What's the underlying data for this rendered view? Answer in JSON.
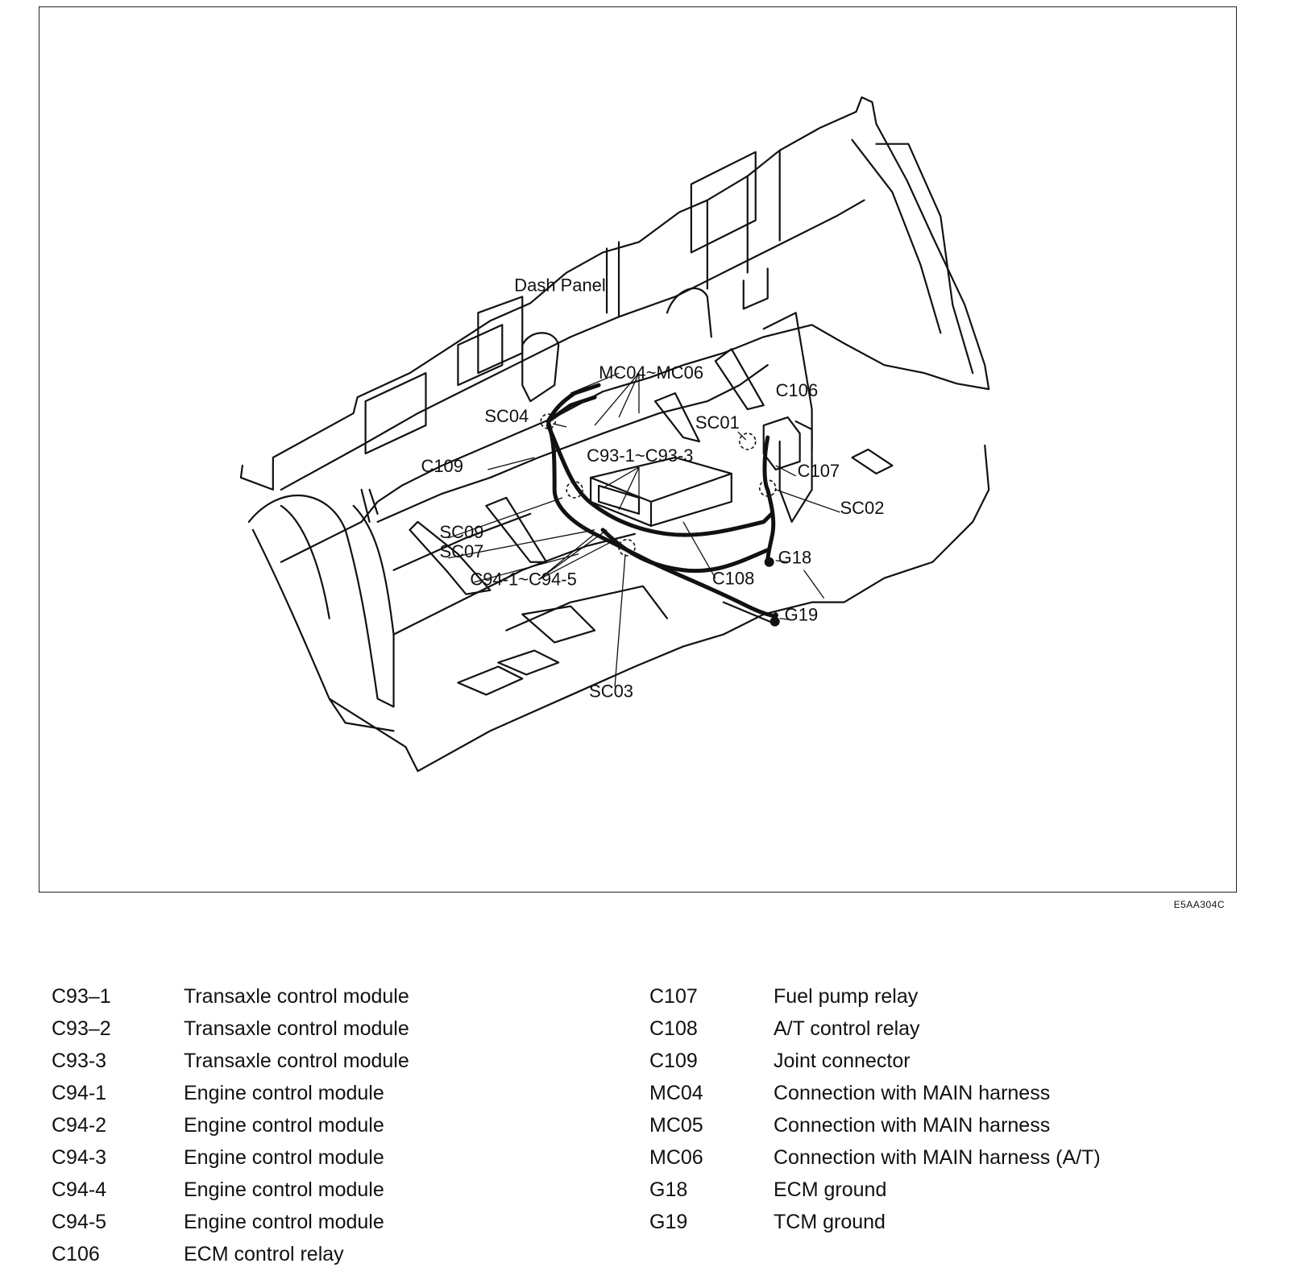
{
  "figure_code": "E5AA304C",
  "labels": {
    "dash_panel": "Dash Panel",
    "mc04_mc06": "MC04~MC06",
    "c106": "C106",
    "sc04": "SC04",
    "sc01": "SC01",
    "c109": "C109",
    "c93": "C93-1~C93-3",
    "c107": "C107",
    "sc02": "SC02",
    "sc09": "SC09",
    "sc07": "SC07",
    "c94": "C94-1~C94-5",
    "g18": "G18",
    "c108": "C108",
    "g19": "G19",
    "sc03": "SC03"
  },
  "legend_left": [
    {
      "code": "C93–1",
      "desc": "Transaxle control module"
    },
    {
      "code": "C93–2",
      "desc": "Transaxle control module"
    },
    {
      "code": "C93-3",
      "desc": "Transaxle control module"
    },
    {
      "code": "C94-1",
      "desc": "Engine control module"
    },
    {
      "code": "C94-2",
      "desc": "Engine control module"
    },
    {
      "code": "C94-3",
      "desc": "Engine control module"
    },
    {
      "code": "C94-4",
      "desc": "Engine control module"
    },
    {
      "code": "C94-5",
      "desc": "Engine control module"
    },
    {
      "code": "C106",
      "desc": "ECM control relay"
    }
  ],
  "legend_right": [
    {
      "code": "C107",
      "desc": "Fuel pump relay"
    },
    {
      "code": "C108",
      "desc": "A/T control relay"
    },
    {
      "code": "C109",
      "desc": "Joint connector"
    },
    {
      "code": "MC04",
      "desc": "Connection with MAIN harness"
    },
    {
      "code": "MC05",
      "desc": "Connection with MAIN harness"
    },
    {
      "code": "MC06",
      "desc": "Connection with MAIN harness (A/T)"
    },
    {
      "code": "G18",
      "desc": "ECM ground"
    },
    {
      "code": "G19",
      "desc": "TCM ground"
    }
  ]
}
